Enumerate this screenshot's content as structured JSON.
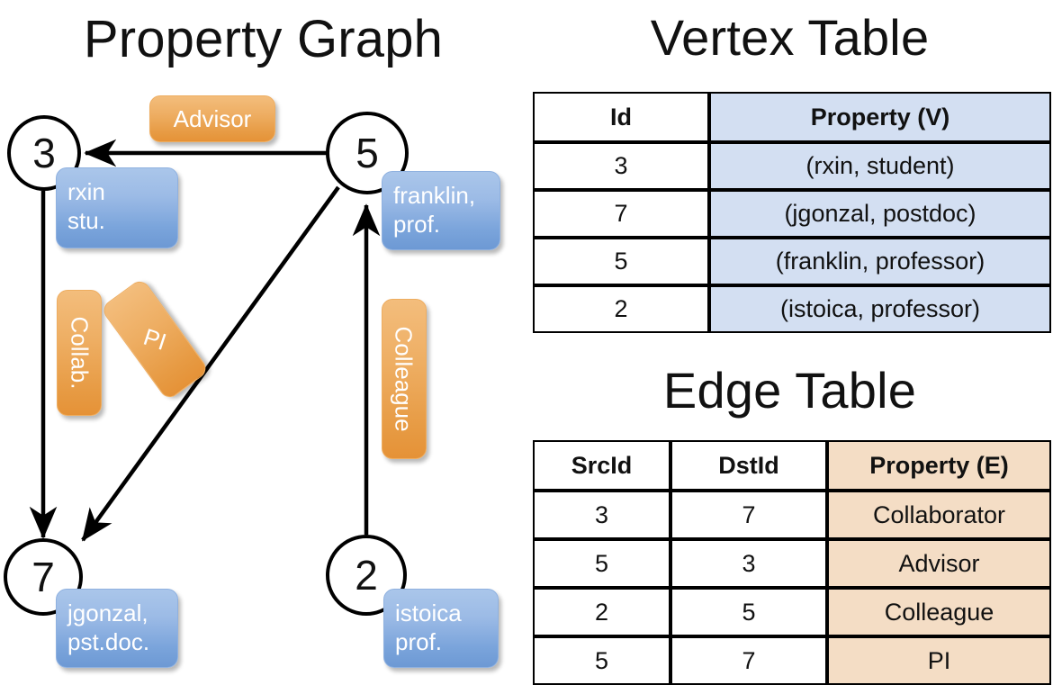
{
  "titles": {
    "property_graph": "Property Graph",
    "vertex_table": "Vertex Table",
    "edge_table": "Edge Table"
  },
  "graph": {
    "nodes": [
      {
        "id": "3",
        "label": "3",
        "property_lines": [
          "rxin",
          "stu."
        ]
      },
      {
        "id": "5",
        "label": "5",
        "property_lines": [
          "franklin,",
          "prof."
        ]
      },
      {
        "id": "7",
        "label": "7",
        "property_lines": [
          "jgonzal,",
          "pst.doc."
        ]
      },
      {
        "id": "2",
        "label": "2",
        "property_lines": [
          "istoica",
          "prof."
        ]
      }
    ],
    "edge_labels": [
      {
        "name": "advisor",
        "text": "Advisor"
      },
      {
        "name": "collab",
        "text": "Collab."
      },
      {
        "name": "pi",
        "text": "PI"
      },
      {
        "name": "colleague",
        "text": "Colleague"
      }
    ]
  },
  "vertex_table": {
    "columns": [
      "Id",
      "Property (V)"
    ],
    "rows": [
      {
        "id": "3",
        "property": "(rxin, student)"
      },
      {
        "id": "7",
        "property": "(jgonzal, postdoc)"
      },
      {
        "id": "5",
        "property": "(franklin, professor)"
      },
      {
        "id": "2",
        "property": "(istoica, professor)"
      }
    ]
  },
  "edge_table": {
    "columns": [
      "SrcId",
      "DstId",
      "Property (E)"
    ],
    "rows": [
      {
        "src": "3",
        "dst": "7",
        "property": "Collaborator"
      },
      {
        "src": "5",
        "dst": "3",
        "property": "Advisor"
      },
      {
        "src": "2",
        "dst": "5",
        "property": "Colleague"
      },
      {
        "src": "5",
        "dst": "7",
        "property": "PI"
      }
    ]
  },
  "colors": {
    "vertex_fill": "#d3dff2",
    "edge_fill": "#f4ddc5",
    "callout_blue": "#7aa4db",
    "callout_orange": "#e79b44",
    "stroke": "#000000",
    "background": "#ffffff"
  },
  "chart_data": {
    "type": "diagram",
    "title": "Property Graph",
    "nodes": [
      {
        "id": "3",
        "property": "(rxin, student)"
      },
      {
        "id": "7",
        "property": "(jgonzal, postdoc)"
      },
      {
        "id": "5",
        "property": "(franklin, professor)"
      },
      {
        "id": "2",
        "property": "(istoica, professor)"
      }
    ],
    "edges": [
      {
        "src": "3",
        "dst": "7",
        "property": "Collaborator"
      },
      {
        "src": "5",
        "dst": "3",
        "property": "Advisor"
      },
      {
        "src": "2",
        "dst": "5",
        "property": "Colleague"
      },
      {
        "src": "5",
        "dst": "7",
        "property": "PI"
      }
    ]
  }
}
